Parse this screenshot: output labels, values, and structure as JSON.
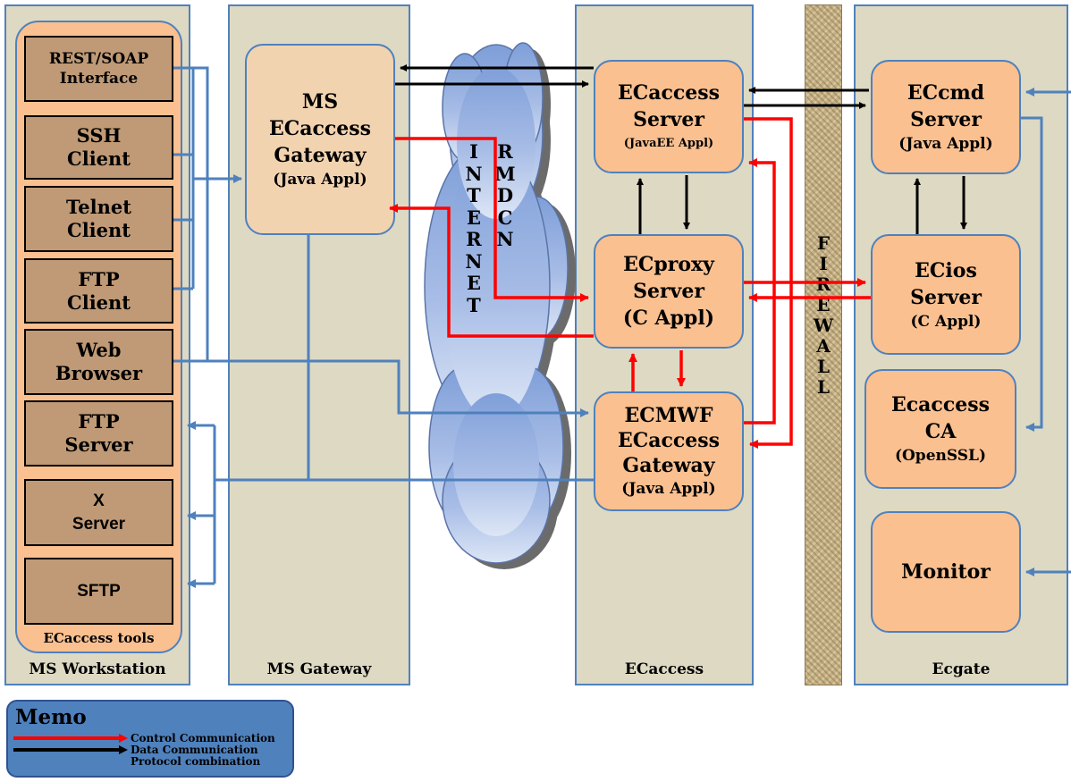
{
  "lanes": {
    "workstation": "MS Workstation",
    "gateway": "MS Gateway",
    "ecaccess": "ECaccess",
    "ecgate": "Ecgate"
  },
  "tools": {
    "rest": "REST/SOAP\nInterface",
    "ssh": "SSH\nClient",
    "telnet": "Telnet\nClient",
    "ftp_client": "FTP\nClient",
    "browser": "Web\nBrowser",
    "ftp_server": "FTP\nServer",
    "x_server": "X\nServer",
    "sftp": "SFTP",
    "caption": "ECaccess tools"
  },
  "nodes": {
    "ms_gateway": {
      "title": "MS\nECaccess\nGateway",
      "sub": "(Java Appl)"
    },
    "ecaccess_server": {
      "title": "ECaccess\nServer",
      "sub": "(JavaEE Appl)"
    },
    "ecproxy": {
      "title": "ECproxy\nServer\n(C Appl)"
    },
    "ecmwf_gateway": {
      "title": "ECMWF\nECaccess\nGateway",
      "sub": "(Java Appl)"
    },
    "eccmd": {
      "title": "ECcmd\nServer",
      "sub": "(Java Appl)"
    },
    "ecios": {
      "title": "ECios\nServer",
      "sub": "(C Appl)"
    },
    "ca": {
      "title": "Ecaccess\nCA",
      "sub": "(OpenSSL)"
    },
    "monitor": {
      "title": "Monitor"
    }
  },
  "cloud": {
    "internet": "I\nN\nT\nE\nR\nN\nE\nT",
    "rmdcn": "R\nM\nD\nC\nN"
  },
  "firewall": "F\nI\nR\nE\nW\nA\nL\nL",
  "memo": {
    "title": "Memo",
    "control": "Control Communication",
    "data": "Data Communication",
    "protocol": "Protocol combination"
  },
  "colors": {
    "lane_fill": "#ddd9c3",
    "lane_border": "#4f81bd",
    "node_fill": "#fac090",
    "tool_fill": "#c09a76",
    "control_arrow": "#ff0000",
    "data_arrow": "#000000",
    "protocol_line": "#4f81bd",
    "memo_fill": "#4f81bd"
  }
}
